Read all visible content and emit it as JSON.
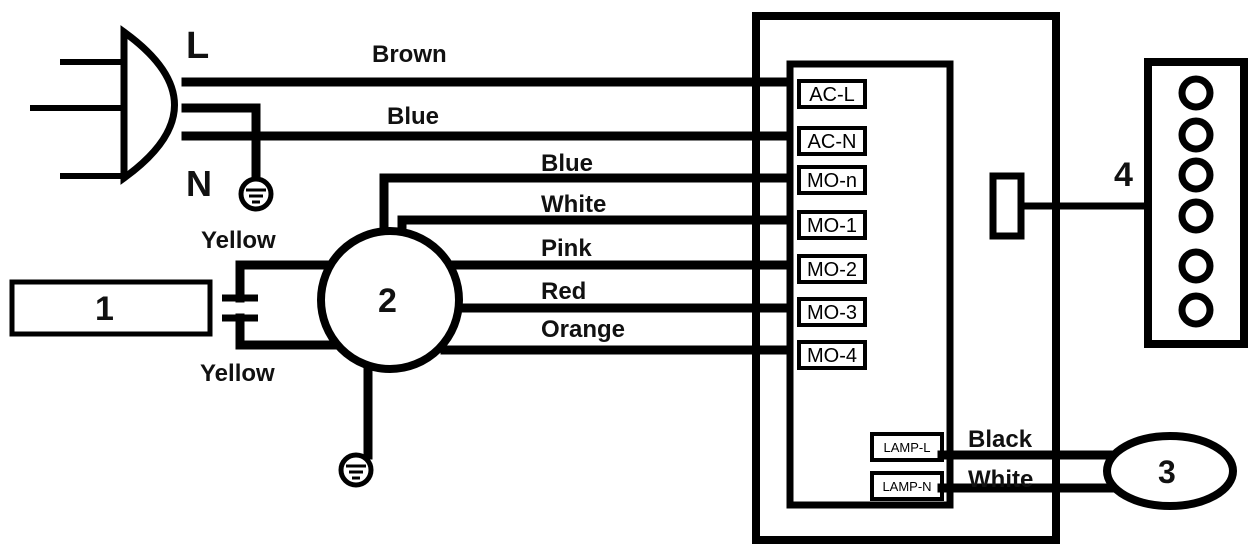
{
  "plug": {
    "line_label": "L",
    "neutral_label": "N",
    "ground_wire_label": "Yellow"
  },
  "wires": {
    "brown": "Brown",
    "blue_supply": "Blue",
    "blue_motor": "Blue",
    "white_motor": "White",
    "pink": "Pink",
    "red": "Red",
    "orange": "Orange",
    "capacitor_wire": "Yellow",
    "lamp_black": "Black",
    "lamp_white": "White"
  },
  "terminals": {
    "ac_l": "AC-L",
    "ac_n": "AC-N",
    "mo_n": "MO-n",
    "mo_1": "MO-1",
    "mo_2": "MO-2",
    "mo_3": "MO-3",
    "mo_4": "MO-4",
    "lamp_l": "LAMP-L",
    "lamp_n": "LAMP-N"
  },
  "components": {
    "capacitor": "1",
    "motor": "2",
    "lamp": "3",
    "switch_panel": "4"
  }
}
